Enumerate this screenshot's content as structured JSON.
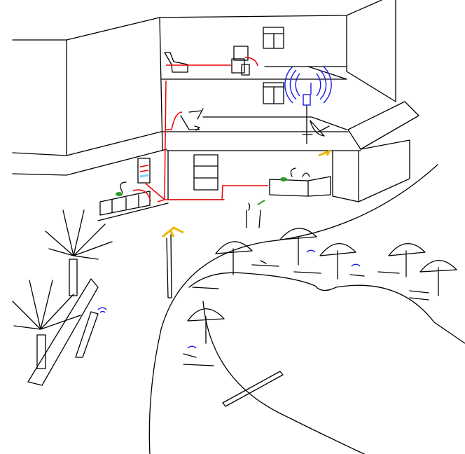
{
  "scene": {
    "type": "hotel-wifi-coverage-illustration",
    "colors": {
      "outline": "#000000",
      "cable": "#ee0000",
      "wifi_signal": "#1a1ae6",
      "device_green": "#2a9a2a",
      "access_point_yellow": "#f0b400",
      "light_blue": "#80d0f0"
    },
    "icons": [
      "building",
      "antenna-mast",
      "satellite-dish",
      "armchair",
      "tv",
      "desk",
      "reception-desk",
      "cabinet",
      "palm-tree",
      "beach-umbrella",
      "sun-lounger",
      "bench",
      "seesaw",
      "lamp-post-access-point"
    ]
  }
}
